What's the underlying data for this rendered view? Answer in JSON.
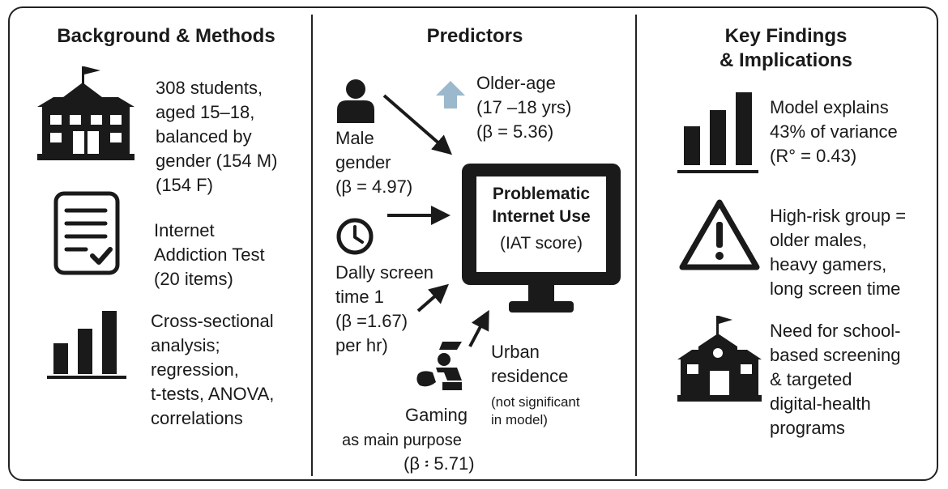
{
  "columns": {
    "background": {
      "heading": "Background & Methods",
      "items": [
        {
          "icon": "school-building-icon",
          "text": "308 students,\naged 15–18,\nbalanced by\ngender (154 M)\n(154 F)"
        },
        {
          "icon": "checklist-document-icon",
          "text": "Internet\nAddiction Test\n(20 items)"
        },
        {
          "icon": "bar-chart-icon",
          "text": "Cross-sectional\nanalysis;\nregression,\nt-tests, ANOVA,\ncorrelations"
        }
      ]
    },
    "predictors": {
      "heading": "Predictors",
      "older_age": {
        "icon": "up-arrow-icon",
        "text": "Older-age\n(17 –18 yrs)\n(β =  5.36)"
      },
      "male_gender": {
        "icon": "person-icon",
        "text": "Male\ngender\n(β = 4.97)"
      },
      "screen_time": {
        "icon": "clock-icon",
        "text": "Dally screen\ntime 1\n(β =1.67)\nper hr)"
      },
      "gaming": {
        "icon": "gamer-icon",
        "label": "Gaming",
        "sub": "as  main purpose",
        "beta": "(β ፡  5.71)"
      },
      "urban": {
        "text": "Urban\nresidence",
        "note": "(not significant\nin model)"
      },
      "outcome": {
        "icon": "monitor-icon",
        "title": "Problematic\nInternet Use",
        "subtitle": "(IAT score)"
      }
    },
    "findings": {
      "heading": "Key Findings\n& Implications",
      "items": [
        {
          "icon": "bar-chart-icon",
          "text": "Model explains\n43% of variance\n(R° = 0.43)"
        },
        {
          "icon": "warning-icon",
          "text": "High-risk group =\nolder males,\nheavy gamers,\nlong screen time"
        },
        {
          "icon": "school-building-icon",
          "text": "Need for school-\nbased screening\n& targeted\ndigital-health\nprograms"
        }
      ]
    }
  },
  "colors": {
    "ink": "#1a1a1a",
    "accent_arrow": "#9bb8cc",
    "background": "#ffffff"
  }
}
